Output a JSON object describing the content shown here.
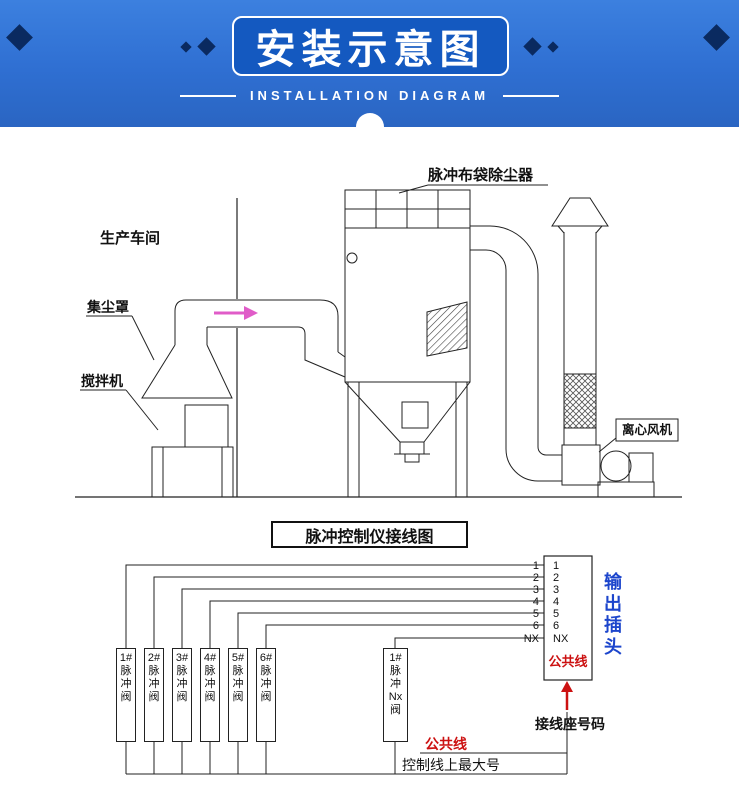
{
  "header": {
    "title": "安装示意图",
    "subtitle": "INSTALLATION DIAGRAM"
  },
  "equipment": {
    "workshop": "生产车间",
    "dust_hood": "集尘罩",
    "mixer": "搅拌机",
    "dust_collector": "脉冲布袋除尘器",
    "fan": "离心风机"
  },
  "wiring": {
    "title": "脉冲控制仪接线图",
    "wire_numbers": [
      "1",
      "2",
      "3",
      "4",
      "5",
      "6",
      "NX"
    ],
    "terminal_numbers": [
      "1",
      "2",
      "3",
      "4",
      "5",
      "6",
      "NX"
    ],
    "common_terminal": "公共线",
    "output_plug": "输出插头",
    "terminal_note": "接线座号码",
    "common_line_label": "公共线",
    "max_number_note": "控制线上最大号",
    "valves": [
      "1#脉冲阀",
      "2#脉冲阀",
      "3#脉冲阀",
      "4#脉冲阀",
      "5#脉冲阀",
      "6#脉冲阀"
    ],
    "nx_valve": "1#脉冲Nx阀"
  },
  "colors": {
    "banner_blue": "#2f6fd2",
    "title_box_blue": "#1459c0",
    "diamond_navy": "#0a2a60",
    "red": "#cc1111",
    "output_plug_blue": "#1c45cc",
    "airflow_pink": "#e05cc8"
  }
}
